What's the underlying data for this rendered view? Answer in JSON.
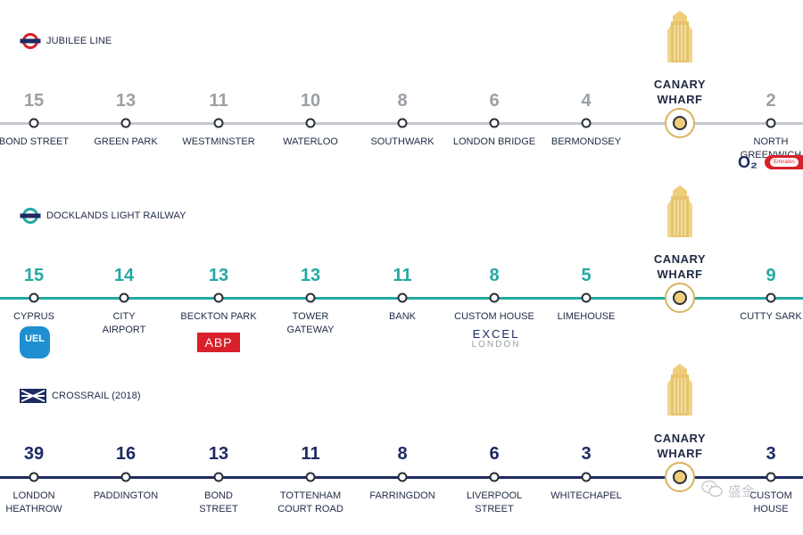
{
  "colors": {
    "jubilee": "#b9bec4",
    "jubilee_num": "#9aa0a6",
    "dlr": "#23a9a1",
    "crossrail": "#1d2a63",
    "gold": "#e7c46b",
    "tfl_red": "#d8202a",
    "tfl_blue": "#1d2a63",
    "navy_text": "#1f2a44"
  },
  "lines": [
    {
      "title": "JUBILEE LINE",
      "icon": "tfl-roundel-red-icon",
      "hub": {
        "line1": "CANARY",
        "line2": "WHARF"
      },
      "stations": [
        {
          "num": "15",
          "name": [
            "BOND STREET"
          ]
        },
        {
          "num": "13",
          "name": [
            "GREEN PARK"
          ]
        },
        {
          "num": "11",
          "name": [
            "WESTMINSTER"
          ]
        },
        {
          "num": "10",
          "name": [
            "WATERLOO"
          ]
        },
        {
          "num": "8",
          "name": [
            "SOUTHWARK"
          ]
        },
        {
          "num": "6",
          "name": [
            "LONDON BRIDGE"
          ]
        },
        {
          "num": "4",
          "name": [
            "BERMONDSEY"
          ]
        },
        {
          "num": "2",
          "name": [
            "NORTH GREENWICH"
          ]
        }
      ],
      "badges": [
        {
          "name": "o2-logo",
          "text": "O₂"
        },
        {
          "name": "emirates-air-line-logo",
          "text": "Emirates"
        }
      ]
    },
    {
      "title": "DOCKLANDS LIGHT RAILWAY",
      "icon": "dlr-roundel-teal-icon",
      "hub": {
        "line1": "CANARY",
        "line2": "WHARF"
      },
      "stations": [
        {
          "num": "15",
          "name": [
            "CYPRUS"
          ]
        },
        {
          "num": "14",
          "name": [
            "CITY",
            "AIRPORT"
          ]
        },
        {
          "num": "13",
          "name": [
            "BECKTON PARK"
          ]
        },
        {
          "num": "13",
          "name": [
            "TOWER",
            "GATEWAY"
          ]
        },
        {
          "num": "11",
          "name": [
            "BANK"
          ]
        },
        {
          "num": "8",
          "name": [
            "CUSTOM HOUSE"
          ]
        },
        {
          "num": "5",
          "name": [
            "LIMEHOUSE"
          ]
        },
        {
          "num": "9",
          "name": [
            "CUTTY SARK"
          ]
        }
      ],
      "badges": [
        {
          "name": "uel-logo",
          "text": "UEL"
        },
        {
          "name": "abp-logo",
          "text": "ABP"
        },
        {
          "name": "excel-london-logo",
          "text": "EXCEL",
          "text2": "LONDON"
        }
      ]
    },
    {
      "title": "CROSSRAIL (2018)",
      "icon": "crossrail-logo-icon",
      "hub": {
        "line1": "CANARY",
        "line2": "WHARF"
      },
      "stations": [
        {
          "num": "39",
          "name": [
            "LONDON",
            "HEATHROW"
          ]
        },
        {
          "num": "16",
          "name": [
            "PADDINGTON"
          ]
        },
        {
          "num": "13",
          "name": [
            "BOND",
            "STREET"
          ]
        },
        {
          "num": "11",
          "name": [
            "TOTTENHAM",
            "COURT ROAD"
          ]
        },
        {
          "num": "8",
          "name": [
            "FARRINGDON"
          ]
        },
        {
          "num": "6",
          "name": [
            "LIVERPOOL",
            "STREET"
          ]
        },
        {
          "num": "3",
          "name": [
            "WHITECHAPEL"
          ]
        },
        {
          "num": "3",
          "name": [
            "CUSTOM",
            "HOUSE"
          ]
        }
      ]
    }
  ],
  "watermark": {
    "icon": "wechat-icon",
    "text": "盛金·"
  }
}
